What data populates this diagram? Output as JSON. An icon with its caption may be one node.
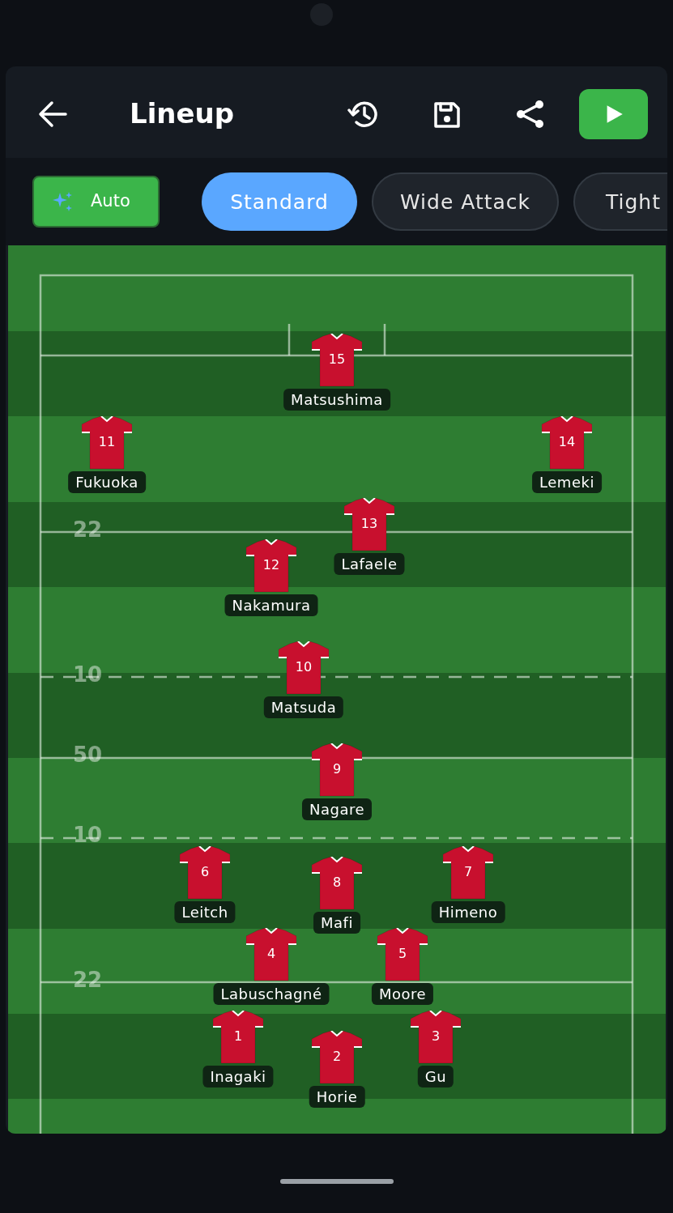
{
  "diagram": {
    "title": "Lineup",
    "nodes": [
      {
        "text": [
          "15",
          "Matsushima"
        ]
      },
      {
        "text": [
          "11",
          "Fukuoka"
        ]
      },
      {
        "text": [
          "14",
          "Lemeki"
        ]
      },
      {
        "text": [
          "13",
          "Lafaele"
        ]
      },
      {
        "text": [
          "12",
          "Nakamura"
        ]
      },
      {
        "text": [
          "10",
          "Matsuda"
        ]
      },
      {
        "text": [
          "9",
          "Nagare"
        ]
      },
      {
        "text": [
          "6",
          "Leitch"
        ]
      },
      {
        "text": [
          "8",
          "Mafi"
        ]
      },
      {
        "text": [
          "7",
          "Himeno"
        ]
      },
      {
        "text": [
          "4",
          "Labuschagné"
        ]
      },
      {
        "text": [
          "5",
          "Moore"
        ]
      },
      {
        "text": [
          "1",
          "Inagaki"
        ]
      },
      {
        "text": [
          "2",
          "Horie"
        ]
      },
      {
        "text": [
          "3",
          "Gu"
        ]
      }
    ],
    "labels": [
      "Auto",
      "Standard",
      "Wide Attack",
      "Tight",
      "22",
      "10",
      "50",
      "10",
      "22"
    ]
  }
}
